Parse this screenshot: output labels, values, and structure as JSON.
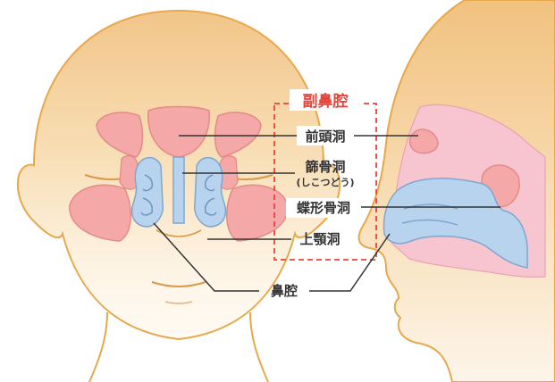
{
  "group_title": "副鼻腔",
  "labels": {
    "frontal": "前頭洞",
    "ethmoid": "篩骨洞",
    "ethmoid_reading": "(しこつどう)",
    "sphenoid": "蝶形骨洞",
    "maxillary": "上顎洞",
    "nasal_cavity": "鼻腔"
  },
  "colors": {
    "skin_light": "#fdf3e3",
    "skin_mid": "#f3c98a",
    "skin_outline": "#e7a84a",
    "sinus_pink": "#f4a9a8",
    "sinus_pink_outline": "#e48a88",
    "cavity_blue": "#b7d3ee",
    "cavity_blue_outline": "#7ea7cf",
    "inner_pink": "#f6c5cf",
    "dashed_red": "#e8433a",
    "leader_line": "#333333"
  }
}
